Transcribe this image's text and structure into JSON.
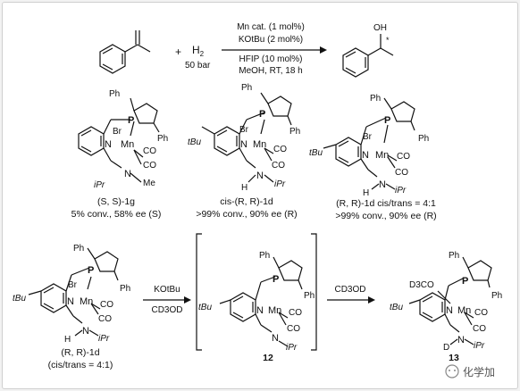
{
  "reaction": {
    "h2": "H",
    "h2_sub": "2",
    "pressure": "50 bar",
    "plus": "+",
    "conditions": [
      "Mn cat. (1 mol%)",
      "KOtBu (2 mol%)",
      "HFIP (10 mol%)",
      "MeOH, RT, 18 h"
    ],
    "product_oh": "OH",
    "product_star": "*"
  },
  "atoms": {
    "ph": "Ph",
    "p": "P",
    "br": "Br",
    "n": "N",
    "mn": "Mn",
    "co": "CO",
    "me": "Me",
    "ipr": "iPr",
    "tbu": "tBu",
    "h": "H",
    "d": "D",
    "d3co": "D3CO"
  },
  "compounds": {
    "c1g": {
      "label": "(S, S)-1g",
      "result": "5% conv., 58% ee (S)"
    },
    "c1d_cis": {
      "label": "cis-(R, R)-1d",
      "result": ">99% conv., 90% ee (R)"
    },
    "c1d_mix": {
      "label": "(R, R)-1d cis/trans = 4:1",
      "result": ">99% conv., 90% ee (R)"
    },
    "c1d_bottom": {
      "label": "(R, R)-1d",
      "result": "(cis/trans = 4:1)"
    },
    "c12": {
      "label": "12"
    },
    "c13": {
      "label": "13"
    }
  },
  "arrows": {
    "step1_top": "KOtBu",
    "step1_bottom": "CD3OD",
    "step2_top": "CD3OD"
  },
  "watermark": "化学加"
}
